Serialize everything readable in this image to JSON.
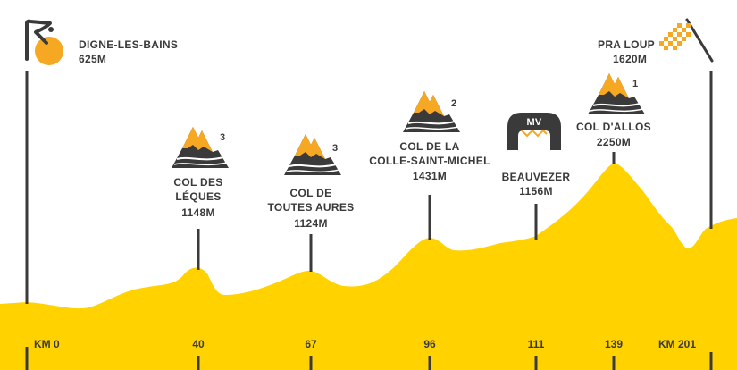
{
  "start": {
    "name": "DIGNE-LES-BAINS",
    "elev": "625M",
    "km": "KM 0"
  },
  "finish": {
    "name": "PRA LOUP",
    "elev": "1620M",
    "km": "KM 201"
  },
  "points": [
    {
      "km": "40",
      "name1": "COL DES",
      "name2": "LÉQUES",
      "elev": "1148M",
      "cat": "3",
      "icon": "mountain-icon"
    },
    {
      "km": "67",
      "name1": "COL DE",
      "name2": "TOUTES AURES",
      "elev": "1124M",
      "cat": "3",
      "icon": "mountain-icon"
    },
    {
      "km": "96",
      "name1": "COL DE LA",
      "name2": "COLLE-SAINT-MICHEL",
      "elev": "1431M",
      "cat": "2",
      "icon": "mountain-icon"
    },
    {
      "km": "111",
      "name1": "BEAUVEZER",
      "elev": "1156M",
      "badge": "MV",
      "icon": "sprint-arch-icon"
    },
    {
      "km": "139",
      "name1": "COL D'ALLOS",
      "elev": "2250M",
      "cat": "1",
      "icon": "mountain-icon"
    }
  ],
  "colors": {
    "profile": "#ffd200",
    "accent": "#f7a823",
    "dark": "#3a3a3a"
  }
}
